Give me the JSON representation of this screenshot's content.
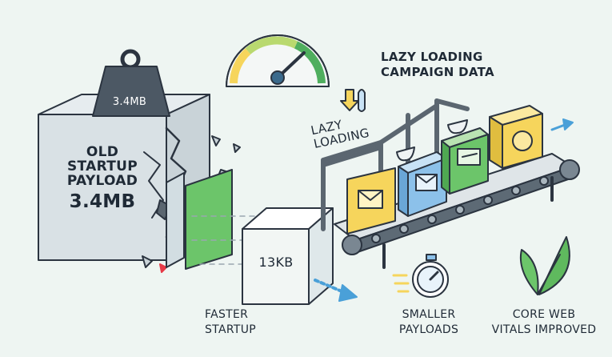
{
  "weight": {
    "text": "3.4MB"
  },
  "old_payload": {
    "line1": "OLD",
    "line2": "STARTUP",
    "line3": "PAYLOAD",
    "size": "3.4MB"
  },
  "new_payload": {
    "size": "13kB"
  },
  "lazy_title": {
    "line1": "LAZY LOADING",
    "line2": "CAMPAIGN DATA"
  },
  "gate_sign": {
    "line1": "LAZY",
    "line2": "LOADING"
  },
  "benefits": [
    {
      "line1": "FASTER",
      "line2": "STARTUP",
      "icon": "arrow-icon"
    },
    {
      "line1": "SMALLER",
      "line2": "PAYLOADS",
      "icon": "stopwatch-icon"
    },
    {
      "line1": "CORE WEB",
      "line2": "VITALS IMPROVED",
      "icon": "leaf-icon"
    }
  ],
  "colors": {
    "background": "#eef5f2",
    "green": "#6cc56a",
    "yellow": "#f6d55c",
    "blue": "#8cc1ea",
    "outline": "#2b3440"
  }
}
